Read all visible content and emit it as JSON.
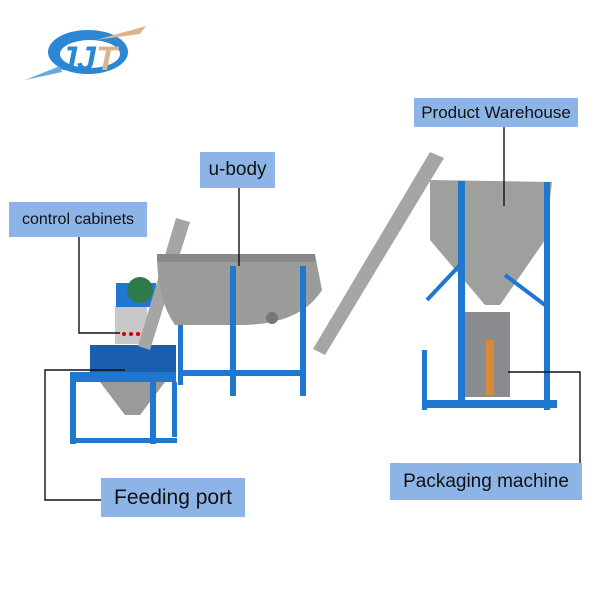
{
  "logo": {
    "text": "JJT",
    "colors": {
      "blue": "#2b86d4",
      "tan": "#dcb48c"
    }
  },
  "labels": {
    "product_warehouse": "Product Warehouse",
    "u_body": "u-body",
    "control_cabinets": "control cabinets",
    "feeding_port": "Feeding port",
    "packaging_machine": "Packaging machine"
  },
  "colors": {
    "label_bg": "#8db4e6",
    "frame_blue": "#1f77d0",
    "steel_gray": "#9a9c9a"
  }
}
